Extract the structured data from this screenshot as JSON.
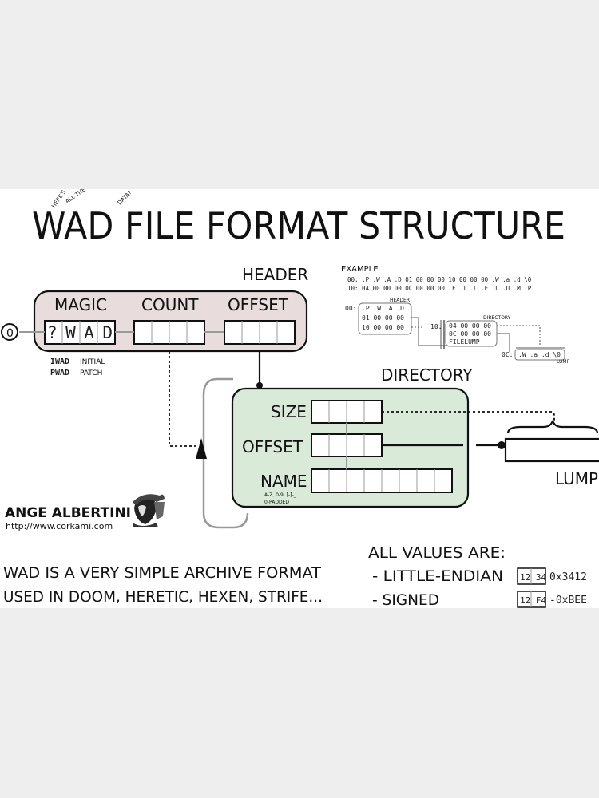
{
  "title": {
    "main": "WAD FILE FORMAT STRUCTURE",
    "aside_1": "HERE'S",
    "aside_2": "ALL THE",
    "aside_3": "DATA?"
  },
  "header": {
    "label": "HEADER",
    "magic_label": "MAGIC",
    "count_label": "COUNT",
    "offset_label": "OFFSET",
    "magic_value": "?WAD",
    "zero_marker": "0",
    "iwad_code": "IWAD",
    "iwad_desc": "INITIAL",
    "pwad_code": "PWAD",
    "pwad_desc": "PATCH"
  },
  "directory": {
    "label": "DIRECTORY",
    "size_label": "SIZE",
    "offset_label": "OFFSET",
    "name_label": "NAME",
    "name_note_1": "A-Z, 0-9, [-]-_",
    "name_note_2": "0-PADDED"
  },
  "lump": {
    "label": "LUMP"
  },
  "example": {
    "label": "EXAMPLE",
    "hex_line_1": "00:  .P .W .A .D 01 00 00 00 10 00 00 00 .W .a .d \\0",
    "hex_line_2": "10:  04 00 00 00 0C 00 00 00 .F .I .L .E .L .U .M .P",
    "header_tag": "HEADER",
    "header_addr": "00:",
    "header_row_1": ".P .W .A .D",
    "header_row_2": "01 00 00 00",
    "header_row_3": "10 00 00 00",
    "dir_tag": "DIRECTORY",
    "dir_addr": "10:",
    "dir_row_1": "04 00 00 00",
    "dir_row_2": "0C 00 00 00",
    "dir_row_3": "FILELUMP",
    "lump_tag": "LUMP",
    "lump_addr": "0C:",
    "lump_row": ".W .a .d \\0"
  },
  "author": {
    "name": "ANGE ALBERTINI",
    "url": "http://www.corkami.com"
  },
  "description": {
    "line_1": "WAD IS A VERY SIMPLE ARCHIVE FORMAT",
    "line_2": "USED IN DOOM, HERETIC, HEXEN, STRIFE..."
  },
  "values": {
    "heading": "ALL VALUES ARE:",
    "little_endian": "- LITTLE-ENDIAN",
    "signed": "- SIGNED",
    "le_example_bytes": "12 34",
    "le_example_value": "0x3412",
    "signed_example_bytes": "12 F4",
    "signed_example_value": "-0xBEE"
  },
  "colors": {
    "header_fill": "#e8dcdc",
    "directory_fill": "#d9ead9",
    "ink": "#111111",
    "loop_gray": "#999999"
  }
}
